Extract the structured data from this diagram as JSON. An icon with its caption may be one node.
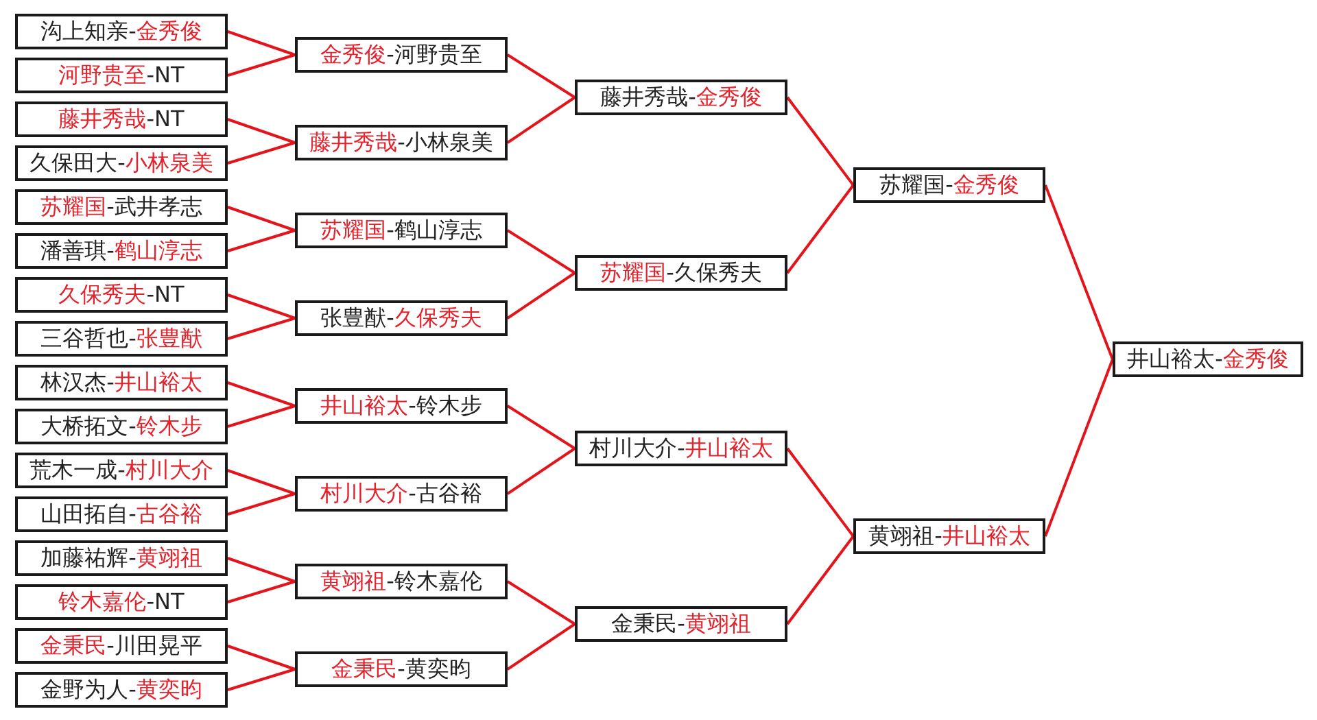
{
  "diagram": {
    "nodes": [
      {
        "text": [
          "沟上知亲-**金秀俊**"
        ]
      },
      {
        "text": [
          "**河野贵至**-NT"
        ]
      },
      {
        "text": [
          "**藤井秀哉**-NT"
        ]
      },
      {
        "text": [
          "久保田大-**小林泉美**"
        ]
      },
      {
        "text": [
          "**苏耀国**-武井孝志"
        ]
      },
      {
        "text": [
          "潘善琪-**鹤山淳志**"
        ]
      },
      {
        "text": [
          "**久保秀夫**-NT"
        ]
      },
      {
        "text": [
          "三谷哲也-**张豊猷**"
        ]
      },
      {
        "text": [
          "林汉杰-**井山裕太**"
        ]
      },
      {
        "text": [
          "大桥拓文-**铃木步**"
        ]
      },
      {
        "text": [
          "荒木一成-**村川大介**"
        ]
      },
      {
        "text": [
          "山田拓自-**古谷裕**"
        ]
      },
      {
        "text": [
          "加藤祐辉-**黄翊祖**"
        ]
      },
      {
        "text": [
          "**铃木嘉伦**-NT"
        ]
      },
      {
        "text": [
          "**金秉民**-川田晃平"
        ]
      },
      {
        "text": [
          "金野为人-**黄奕昀**"
        ]
      },
      {
        "text": [
          "**金秀俊**-河野贵至"
        ]
      },
      {
        "text": [
          "**藤井秀哉**-小林泉美"
        ]
      },
      {
        "text": [
          "**苏耀国**-鹤山淳志"
        ]
      },
      {
        "text": [
          "张豊猷-**久保秀夫**"
        ]
      },
      {
        "text": [
          "**井山裕太**-铃木步"
        ]
      },
      {
        "text": [
          "**村川大介**-古谷裕"
        ]
      },
      {
        "text": [
          "**黄翊祖**-铃木嘉伦"
        ]
      },
      {
        "text": [
          "**金秉民**-黄奕昀"
        ]
      },
      {
        "text": [
          "藤井秀哉-**金秀俊**"
        ]
      },
      {
        "text": [
          "**苏耀国**-久保秀夫"
        ]
      },
      {
        "text": [
          "村川大介-**井山裕太**"
        ]
      },
      {
        "text": [
          "金秉民-**黄翊祖**"
        ]
      },
      {
        "text": [
          "苏耀国-**金秀俊**"
        ]
      },
      {
        "text": [
          "黄翊祖-**井山裕太**"
        ]
      },
      {
        "text": [
          "井山裕太-**金秀俊**"
        ]
      }
    ],
    "edges": [
      {
        "from": 0,
        "to": 16,
        "arrow": "none"
      },
      {
        "from": 1,
        "to": 16,
        "arrow": "none"
      },
      {
        "from": 2,
        "to": 17,
        "arrow": "none"
      },
      {
        "from": 3,
        "to": 17,
        "arrow": "none"
      },
      {
        "from": 4,
        "to": 18,
        "arrow": "none"
      },
      {
        "from": 5,
        "to": 18,
        "arrow": "none"
      },
      {
        "from": 6,
        "to": 19,
        "arrow": "none"
      },
      {
        "from": 7,
        "to": 19,
        "arrow": "none"
      },
      {
        "from": 8,
        "to": 20,
        "arrow": "none"
      },
      {
        "from": 9,
        "to": 20,
        "arrow": "none"
      },
      {
        "from": 10,
        "to": 21,
        "arrow": "none"
      },
      {
        "from": 11,
        "to": 21,
        "arrow": "none"
      },
      {
        "from": 12,
        "to": 22,
        "arrow": "none"
      },
      {
        "from": 13,
        "to": 22,
        "arrow": "none"
      },
      {
        "from": 14,
        "to": 23,
        "arrow": "none"
      },
      {
        "from": 15,
        "to": 23,
        "arrow": "none"
      },
      {
        "from": 16,
        "to": 24,
        "arrow": "none"
      },
      {
        "from": 17,
        "to": 24,
        "arrow": "none"
      },
      {
        "from": 18,
        "to": 25,
        "arrow": "none"
      },
      {
        "from": 19,
        "to": 25,
        "arrow": "none"
      },
      {
        "from": 20,
        "to": 26,
        "arrow": "none"
      },
      {
        "from": 21,
        "to": 26,
        "arrow": "none"
      },
      {
        "from": 22,
        "to": 27,
        "arrow": "none"
      },
      {
        "from": 23,
        "to": 27,
        "arrow": "none"
      },
      {
        "from": 24,
        "to": 28,
        "arrow": "none"
      },
      {
        "from": 25,
        "to": 28,
        "arrow": "none"
      },
      {
        "from": 26,
        "to": 29,
        "arrow": "none"
      },
      {
        "from": 27,
        "to": 29,
        "arrow": "none"
      },
      {
        "from": 28,
        "to": 30,
        "arrow": "none"
      },
      {
        "from": 29,
        "to": 30,
        "arrow": "none"
      }
    ]
  }
}
